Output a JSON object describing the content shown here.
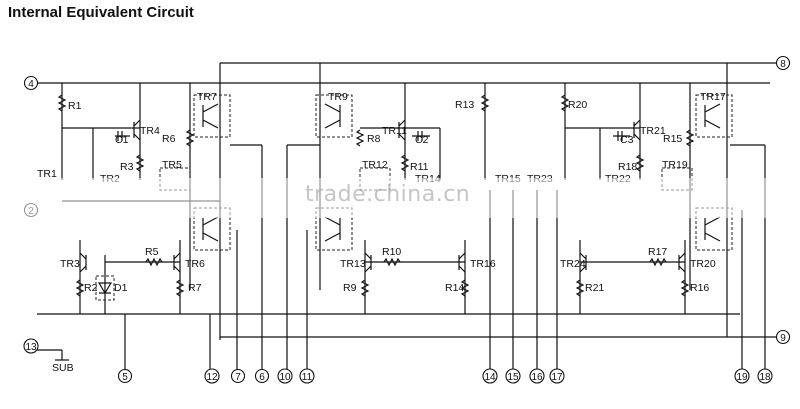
{
  "title": "Internal Equivalent Circuit",
  "watermark": "trade.china.cn",
  "labels": {
    "R1": "R1",
    "C1": "C1",
    "TR4": "TR4",
    "R3": "R3",
    "TR2": "TR2",
    "TR1": "TR1",
    "TR5": "TR5",
    "TR7": "TR7",
    "R6": "R6",
    "TR3": "TR3",
    "R2": "R2",
    "D1": "D1",
    "R5": "R5",
    "TR6": "TR6",
    "R7": "R7",
    "TR9": "TR9",
    "R8": "R8",
    "TR11": "TR11",
    "C2": "C2",
    "R11": "R11",
    "TR12": "TR12",
    "TR14": "TR14",
    "R13": "R13",
    "TR13": "TR13",
    "R10": "R10",
    "R9": "R9",
    "TR16": "TR16",
    "R14": "R14",
    "TR15": "TR15",
    "TR23": "TR23",
    "R20": "R20",
    "TR21": "TR21",
    "C3": "C3",
    "R18": "R18",
    "TR22": "TR22",
    "TR19": "TR19",
    "TR17": "TR17",
    "R15": "R15",
    "TR24": "TR24",
    "R21": "R21",
    "R17": "R17",
    "TR20": "TR20",
    "R16": "R16",
    "SUB": "SUB"
  },
  "pins": [
    "4",
    "2",
    "13",
    "5",
    "12",
    "7",
    "6",
    "10",
    "11",
    "14",
    "15",
    "16",
    "17",
    "19",
    "18",
    "8",
    "9"
  ]
}
